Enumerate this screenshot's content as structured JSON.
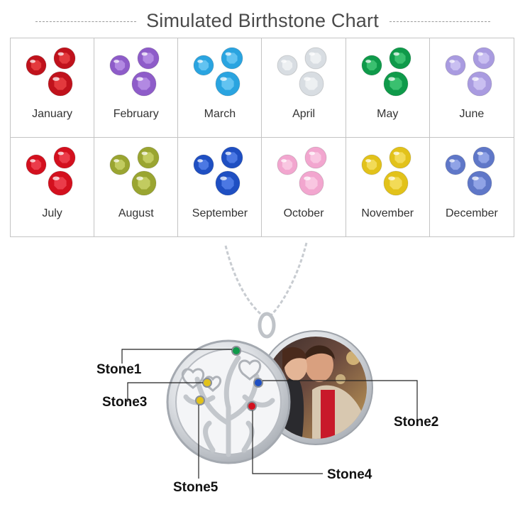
{
  "title": "Simulated Birthstone Chart",
  "months": [
    {
      "label": "January",
      "color": "#c0121c",
      "light": "#ff5a5a"
    },
    {
      "label": "February",
      "color": "#8e5cc9",
      "light": "#d0aef5"
    },
    {
      "label": "March",
      "color": "#2aa4e0",
      "light": "#8fdcff"
    },
    {
      "label": "April",
      "color": "#d8dde2",
      "light": "#ffffff"
    },
    {
      "label": "May",
      "color": "#0f9a4a",
      "light": "#5fe08e"
    },
    {
      "label": "June",
      "color": "#a99be0",
      "light": "#e4dcff"
    },
    {
      "label": "July",
      "color": "#d3101e",
      "light": "#ff6070"
    },
    {
      "label": "August",
      "color": "#9aa531",
      "light": "#e3eb86"
    },
    {
      "label": "September",
      "color": "#1f4fc2",
      "light": "#6f9bff"
    },
    {
      "label": "October",
      "color": "#f2a6cf",
      "light": "#ffe0f0"
    },
    {
      "label": "November",
      "color": "#e2c21a",
      "light": "#fff08a"
    },
    {
      "label": "December",
      "color": "#5f77c8",
      "light": "#b8c8ff"
    }
  ],
  "stones": {
    "stone1": {
      "label": "Stone1",
      "color": "#0f9a4a"
    },
    "stone2": {
      "label": "Stone2",
      "color": "#1f4fc2"
    },
    "stone3": {
      "label": "Stone3",
      "color": "#e2c21a"
    },
    "stone4": {
      "label": "Stone4",
      "color": "#d3101e"
    },
    "stone5": {
      "label": "Stone5",
      "color": "#e2c21a"
    }
  }
}
